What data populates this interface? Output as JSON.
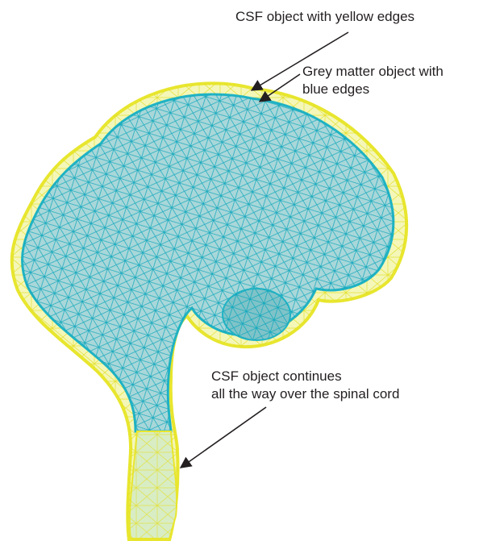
{
  "annotations": {
    "csf_edges": "CSF object with yellow edges",
    "grey_matter_line1": "Grey matter object with",
    "grey_matter_line2": "blue edges",
    "spinal_line1": "CSF object continues",
    "spinal_line2": "all the way over the spinal cord"
  },
  "colors": {
    "csf_edge": "#e8e62e",
    "csf_fill": "#f4f7b8",
    "grey_matter_edge": "#1fb3c4",
    "grey_matter_fill": "#a9d7d9",
    "annotation_text": "#231f20",
    "arrow": "#231f20"
  }
}
